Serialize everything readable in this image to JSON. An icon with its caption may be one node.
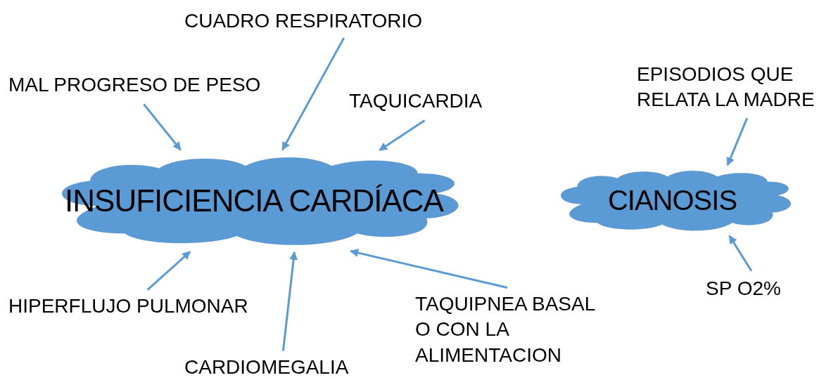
{
  "diagram": {
    "nodes": [
      {
        "text": [
          "INSUFICIENCIA CARDÍACA"
        ]
      },
      {
        "text": [
          "CIANOSIS"
        ]
      },
      {
        "text": [
          "CUADRO RESPIRATORIO"
        ]
      },
      {
        "text": [
          "MAL PROGRESO DE PESO"
        ]
      },
      {
        "text": [
          "TAQUICARDIA"
        ]
      },
      {
        "text": [
          "EPISODIOS QUE RELATA LA MADRE"
        ]
      },
      {
        "text": [
          "HIPERFLUJO PULMONAR"
        ]
      },
      {
        "text": [
          "SP O2%"
        ]
      },
      {
        "text": [
          "CARDIOMEGALIA"
        ]
      },
      {
        "text": [
          "TAQUIPNEA BASAL O CON LA ALIMENTACION"
        ]
      }
    ],
    "edges": [
      {
        "from": 2,
        "to": 0,
        "arrow": "to"
      },
      {
        "from": 3,
        "to": 0,
        "arrow": "to"
      },
      {
        "from": 4,
        "to": 0,
        "arrow": "to"
      },
      {
        "from": 5,
        "to": 1,
        "arrow": "to"
      },
      {
        "from": 6,
        "to": 0,
        "arrow": "to"
      },
      {
        "from": 7,
        "to": 1,
        "arrow": "to"
      },
      {
        "from": 8,
        "to": 0,
        "arrow": "to"
      },
      {
        "from": 9,
        "to": 0,
        "arrow": "to"
      }
    ]
  }
}
